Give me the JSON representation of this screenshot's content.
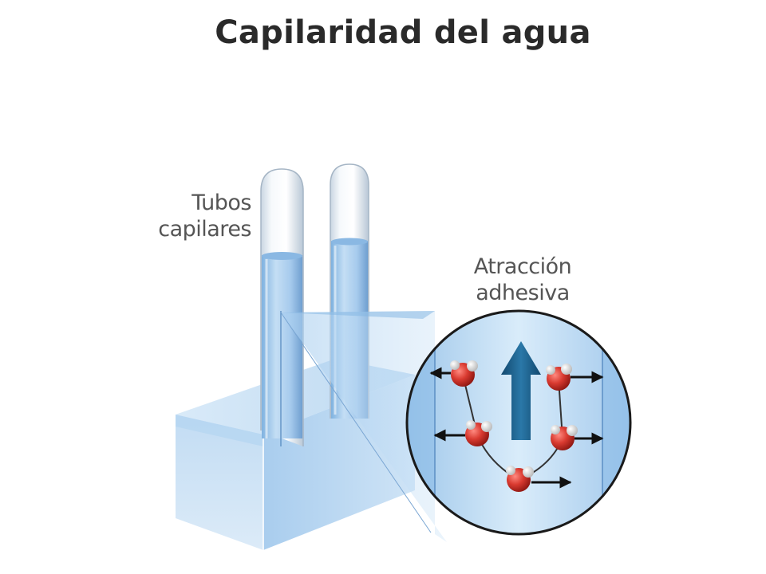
{
  "title": "Capilaridad del agua",
  "labels": {
    "tubes_line1": "Tubos",
    "tubes_line2": "capilares",
    "adhesion_line1": "Atracción",
    "adhesion_line2": "adhesiva"
  },
  "colors": {
    "water": "#a9cdee",
    "water_dark": "#6fa4d6",
    "molecule": "#d6332b",
    "arrow": "#1f5f8b"
  }
}
